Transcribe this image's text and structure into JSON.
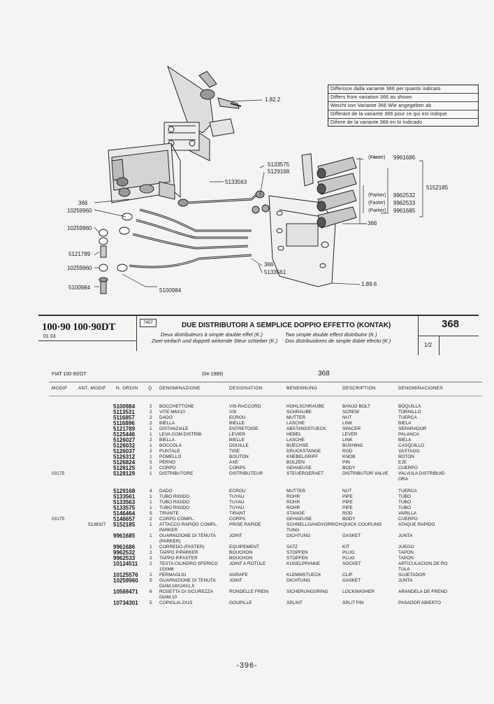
{
  "diagram": {
    "labels": {
      "l_1822": "1.82.2",
      "l_5133575": "5133575",
      "l_5129168": "5129168",
      "l_5133563": "5133563",
      "l_366a": "366",
      "l_10259960a": "10259960",
      "l_10259960b": "10259960",
      "l_5121789": "5121789",
      "l_10259960c": "10259960",
      "l_5100984a": "5100984",
      "l_5100984b": "5100984",
      "l_366b": "366",
      "l_5133561": "5133561",
      "l_1896": "1.89.6",
      "l_366c": "366",
      "l_5152185": "5152185",
      "l_faster": "(Faster)",
      "l_9961686": "9961686",
      "l_parker1": "(Parker)",
      "l_9962532": "9962532",
      "l_faster2": "(Faster)",
      "l_9962533": "9962533",
      "l_parker2": "(Parker)",
      "l_9961685": "9961685"
    },
    "variant_box": [
      "Differisce dalla variante 366 per quanto indicato",
      "Differs from variation 366 as shown",
      "Weicht von   Variante 366 Wie angegeben ab",
      "Differant de la variante 366 pour ce qui est indique",
      "Difiere de la variante 366 en lo indicado"
    ]
  },
  "header": {
    "model": "100·90 100·90DT",
    "model_sub": "01 03",
    "tag": "7457",
    "title": "DUE DISTRIBUTORI A SEMPLICE DOPPIO EFFETTO (KONTAK)",
    "translations": [
      "Deux distributeurs à simple double effet (K.)",
      "Two simple double effect distributor (K.)",
      "Zwei einfach und doppelt wirkende Steur schieber (K.)",
      "Dos distribuidores de simple doble efecto (K.)"
    ],
    "page_number": "368",
    "page_fraction": "1/2"
  },
  "meta": {
    "vehicle": "FIAT 100-90/DT",
    "date": "(04-1989)",
    "page_ref": "368"
  },
  "columns": [
    "MODIF",
    "ANT. MODIF",
    "N. ORDIN",
    "Q",
    "DENOMINAZIONE",
    "DESIGNATION",
    "BENENNUNG",
    "DESCRIPTION",
    "DENOMINACIONES"
  ],
  "rows": [
    {
      "modif": "",
      "ant": "",
      "ordin": "5100984",
      "q": "2",
      "it": "BOCCHETTONE",
      "fr": "VIS-RACCORD",
      "de": "HOHLSCHRAUBE",
      "en": "BANJO BOLT",
      "es": "BOQUILLA"
    },
    {
      "modif": "",
      "ant": "",
      "ordin": "5113531",
      "q": "2",
      "it": "VITE M6X10",
      "fr": "VIS",
      "de": "SCHRAUBE",
      "en": "SCREW",
      "es": "TORNILLO"
    },
    {
      "modif": "",
      "ant": "",
      "ordin": "5116857",
      "q": "2",
      "it": "DADO",
      "fr": "ECROU",
      "de": "MUTTER",
      "en": "NUT",
      "es": "TUERCA"
    },
    {
      "modif": "",
      "ant": "",
      "ordin": "5116896",
      "q": "2",
      "it": "BIELLA",
      "fr": "BIELLE",
      "de": "LASCHE",
      "en": "LINK",
      "es": "BIELA"
    },
    {
      "modif": "",
      "ant": "",
      "ordin": "5121789",
      "q": "1",
      "it": "DISTANZIALE",
      "fr": "ENTRETOISE",
      "de": "ABSTANDSTUECK",
      "en": "SPACER",
      "es": "SEPARADOR"
    },
    {
      "modif": "",
      "ant": "",
      "ordin": "5125446",
      "q": "1",
      "it": "LEVA COM.DISTRIB.",
      "fr": "LEVIER",
      "de": "HEBEL",
      "en": "LEVER",
      "es": "PALANCA"
    },
    {
      "modif": "",
      "ant": "",
      "ordin": "5126027",
      "q": "2",
      "it": "BIELLA",
      "fr": "BIELLE",
      "de": "LASCHE",
      "en": "LINK",
      "es": "BIELA"
    },
    {
      "modif": "",
      "ant": "",
      "ordin": "5126032",
      "q": "1",
      "it": "BOCCOLA",
      "fr": "DOUILLE",
      "de": "BUECHSE",
      "en": "BUSHING",
      "es": "CASQUILLO"
    },
    {
      "modif": "",
      "ant": "",
      "ordin": "5126037",
      "q": "2",
      "it": "PUNTALE",
      "fr": "TIGE",
      "de": "DRUCKSTANGE",
      "en": "ROD",
      "es": "VASTAGO"
    },
    {
      "modif": "",
      "ant": "",
      "ordin": "5126312",
      "q": "1",
      "it": "POMELLO",
      "fr": "BOUTON",
      "de": "KNEBELGRIFF",
      "en": "KNOB",
      "es": "BOTON"
    },
    {
      "modif": "",
      "ant": "",
      "ordin": "5126824",
      "q": "5",
      "it": "PERNO",
      "fr": "AXE",
      "de": "BOLZEN",
      "en": "PIN",
      "es": "EJE"
    },
    {
      "modif": "",
      "ant": "",
      "ordin": "5128125",
      "q": "2",
      "it": "CORPO",
      "fr": "CORPS",
      "de": "GEHAEUSE",
      "en": "BODY",
      "es": "CUERPO"
    },
    {
      "modif": "03175",
      "ant": "",
      "ordin": "5128129",
      "q": "1",
      "it": "DISTRIBUTORE",
      "fr": "DISTRIBUTEUR",
      "de": "STEUERGERAET",
      "en": "DISTRIBUTOR VALVE",
      "es": "VALVULA DISTRIBUID\nORA"
    },
    {
      "modif": "",
      "ant": "",
      "ordin": "5129168",
      "q": "4",
      "it": "DADO",
      "fr": "ECROU",
      "de": "MUTTER",
      "en": "NUT",
      "es": "TUERCA"
    },
    {
      "modif": "",
      "ant": "",
      "ordin": "5133561",
      "q": "1",
      "it": "TUBO RIGIDO",
      "fr": "TUYAU",
      "de": "ROHR",
      "en": "PIPE",
      "es": "TUBO"
    },
    {
      "modif": "",
      "ant": "",
      "ordin": "5133563",
      "q": "1",
      "it": "TUBO RIGIDO",
      "fr": "TUYAU",
      "de": "ROHR",
      "en": "PIPE",
      "es": "TUBO"
    },
    {
      "modif": "",
      "ant": "",
      "ordin": "5133575",
      "q": "1",
      "it": "TUBO RIGIDO",
      "fr": "TUYAU",
      "de": "ROHR",
      "en": "PIPE",
      "es": "TUBO"
    },
    {
      "modif": "",
      "ant": "",
      "ordin": "5146464",
      "q": "5",
      "it": "TIRANTE",
      "fr": "TIRANT",
      "de": "STANGE",
      "en": "ROD",
      "es": "VARILLA"
    },
    {
      "modif": "03175",
      "ant": "",
      "ordin": "5146657",
      "q": "2",
      "it": "CORPO COMPL.",
      "fr": "CORPS",
      "de": "GEHAEUSE",
      "en": "BODY",
      "es": "CUERPO"
    },
    {
      "modif": "",
      "ant": "5138327",
      "ordin": "5152185",
      "q": "1",
      "it": "ATTACCO RAPIDO COMPL.\nPARKER",
      "fr": "PRISE RAPIDE",
      "de": "SCHNELLGANGVORRICH\nTUNG",
      "en": "QUICK COUPLING",
      "es": "ATAQUE RAPIDO"
    },
    {
      "modif": "",
      "ant": "",
      "ordin": "9961685",
      "q": "1",
      "it": "GUARNIZIONE DI TENUTA\n(PARKER)",
      "fr": "JOINT",
      "de": "DICHTUNG",
      "en": "GASKET",
      "es": "JUNTA"
    },
    {
      "modif": "",
      "ant": "",
      "ordin": "9961686",
      "q": "1",
      "it": "CORREDO (FASTER)",
      "fr": "EQUIPEMENT",
      "de": "SATZ",
      "en": "KIT",
      "es": "JUEGO"
    },
    {
      "modif": "",
      "ant": "",
      "ordin": "9962532",
      "q": "2",
      "it": "TAPPO P/PARKER",
      "fr": "BOUCHON",
      "de": "STOPFEN",
      "en": "PLUG",
      "es": "TAPON"
    },
    {
      "modif": "",
      "ant": "",
      "ordin": "9962533",
      "q": "2",
      "it": "TAPPO P/FASTER",
      "fr": "BOUCHON",
      "de": "STOPFEN",
      "en": "PLUG",
      "es": "TAPON"
    },
    {
      "modif": "",
      "ant": "",
      "ordin": "10124511",
      "q": "2",
      "it": "TESTA CILINDRO SFERICO\n15XM8",
      "fr": "JOINT A ROTULE",
      "de": "KUGELPFANNE",
      "en": "SOCKET",
      "es": "ARTICULACION DE RO\nTULA"
    },
    {
      "modif": "",
      "ant": "",
      "ordin": "10125576",
      "q": "2",
      "it": "FERMAGLIO",
      "fr": "AGRAFE",
      "de": "KLEMMSTUECK",
      "en": "CLIP",
      "es": "SUJETADOR"
    },
    {
      "modif": "",
      "ant": "",
      "ordin": "10259960",
      "q": "5",
      "it": "GUARNIZIONE DI TENUTA\nDIAM.18X24X1,5",
      "fr": "JOINT",
      "de": "DICHTUNG",
      "en": "GASKET",
      "es": "JUNTA"
    },
    {
      "modif": "",
      "ant": "",
      "ordin": "10569471",
      "q": "6",
      "it": "ROSETTA DI SICUREZZA\nDIAM.10",
      "fr": "RONDELLE FREIN",
      "de": "SICHERUNGSRING",
      "en": "LOCKWASHER",
      "es": "ARANDELA DE FRENO"
    },
    {
      "modif": "",
      "ant": "",
      "ordin": "10734301",
      "q": "5",
      "it": "COPIGLIA 2X15",
      "fr": "GOUPILLE",
      "de": "SPLINT",
      "en": "SPLIT PIN",
      "es": "PASADOR ABIERTO"
    }
  ],
  "footer": "-396-"
}
